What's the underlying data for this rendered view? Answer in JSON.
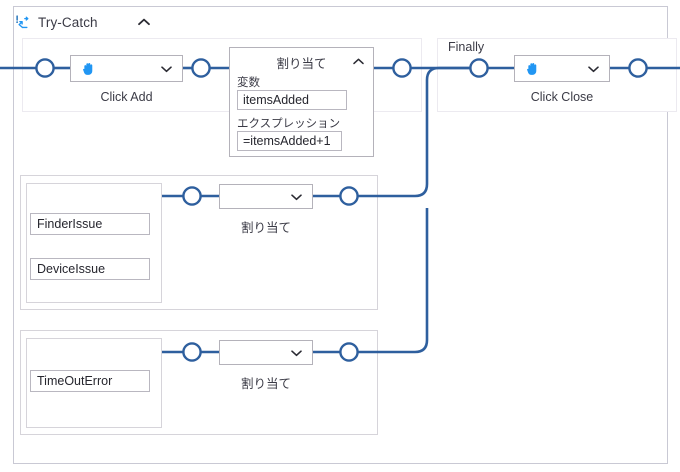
{
  "window": {
    "title": "Try-Catch",
    "icon": "try-catch-icon",
    "collapse_icon": "chevron-up-icon"
  },
  "colors": {
    "wire": "#2e5f9e",
    "panel_border": "#c9c9d4",
    "node_border": "#b4b2ba",
    "field_border": "#b9b7c0",
    "hand_icon": "#2196f3",
    "text": "#3b3b46"
  },
  "try_branch": {
    "action": {
      "icon": "hand-click-icon",
      "chevron": "chevron-down-icon",
      "caption": "Click Add",
      "value": ""
    },
    "assign": {
      "title": "割り当て",
      "chevron": "chevron-up-icon",
      "variable_label": "変数",
      "variable_value": "itemsAdded",
      "expression_label": "エクスプレッション",
      "expression_value": "=itemsAdded+1"
    }
  },
  "finally_branch": {
    "label": "Finally",
    "action": {
      "icon": "hand-click-icon",
      "chevron": "chevron-down-icon",
      "caption": "Click Close",
      "value": ""
    }
  },
  "catch_branches": [
    {
      "exceptions": [
        "FinderIssue",
        "DeviceIssue"
      ],
      "action": {
        "chevron": "chevron-down-icon",
        "caption": "割り当て",
        "value": ""
      }
    },
    {
      "exceptions": [
        "TimeOutError"
      ],
      "action": {
        "chevron": "chevron-down-icon",
        "caption": "割り当て",
        "value": ""
      }
    }
  ]
}
